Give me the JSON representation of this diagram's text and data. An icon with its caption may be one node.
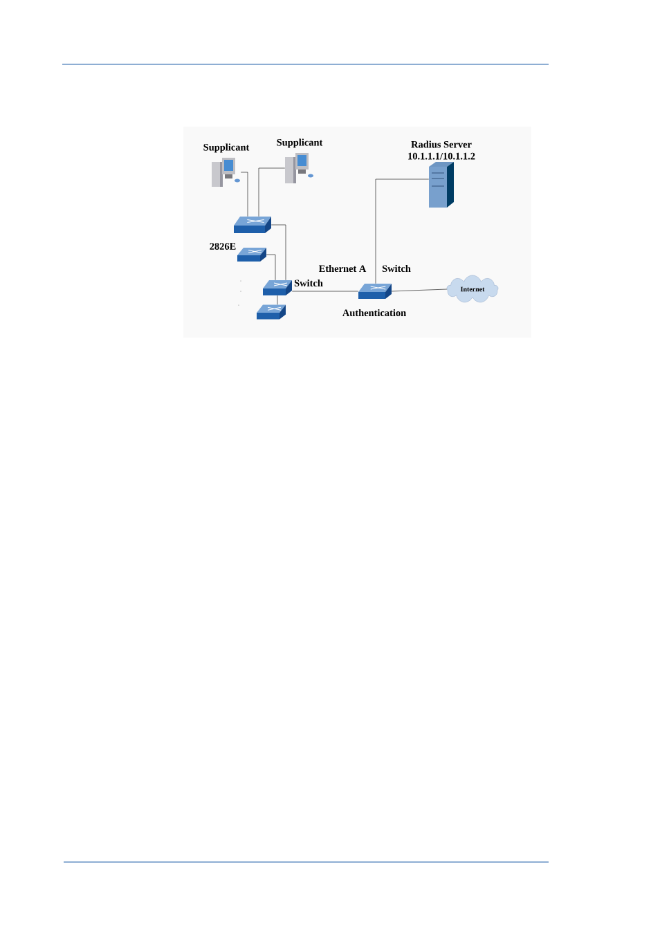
{
  "diagram": {
    "nodes": [
      {
        "text": [
          "Supplicant"
        ]
      },
      {
        "text": [
          "Supplicant"
        ]
      },
      {
        "text": [
          "Radius Server",
          "10.1.1.1/10.1.1.2"
        ]
      },
      {
        "text": [],
        "shape": "picture"
      },
      {
        "text": [],
        "shape": "picture"
      },
      {
        "text": [],
        "shape": "picture"
      },
      {
        "text": [],
        "shape": "picture"
      },
      {
        "text": [],
        "shape": "picture"
      },
      {
        "text": [
          "Internet"
        ]
      }
    ],
    "edges": [
      {
        "from": 0,
        "to": 3,
        "arrow": "none"
      },
      {
        "from": 1,
        "to": 3,
        "arrow": "none"
      },
      {
        "from": 3,
        "to": 5,
        "arrow": "none"
      },
      {
        "from": 4,
        "to": 5,
        "arrow": "none"
      },
      {
        "from": 5,
        "to": 6,
        "arrow": "none"
      },
      {
        "from": 5,
        "to": 7,
        "arrow": "none"
      },
      {
        "from": 2,
        "to": 7,
        "arrow": "none"
      },
      {
        "from": 7,
        "to": 8,
        "arrow": "none"
      }
    ],
    "labels": [
      "2826E",
      "Ethernet A",
      "Switch",
      "Switch",
      "Authentication"
    ]
  }
}
